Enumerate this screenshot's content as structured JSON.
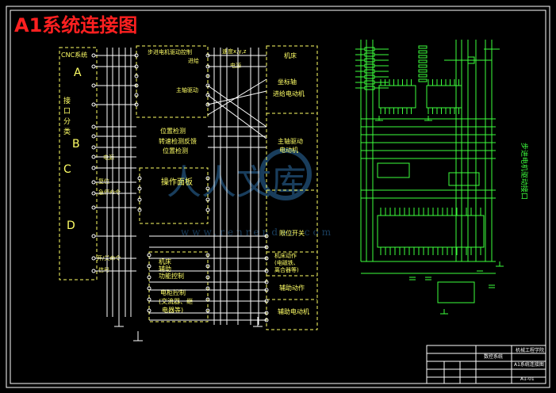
{
  "title": "A1系统连接图",
  "left_labels": {
    "cnc": "CNC系统",
    "a": "A",
    "interface": [
      "接",
      "口",
      "分",
      "类"
    ],
    "b": "B",
    "c": "C",
    "d": "D",
    "power": "电源",
    "reset": "复位",
    "emergency_stop": "急停命令",
    "on_off": "开/关命令",
    "signal": "信号"
  },
  "center_boxes": {
    "servo_control": "步进电机驱动控制",
    "servo_sub": "进给",
    "spindle_drive": "主轴驱动",
    "position_detect": "位置检测",
    "speed_detect": "转速检测反馈",
    "position_feedback": "位置检测",
    "operator_panel": "操作面板",
    "relay_lines": [
      "机床",
      "辅助",
      "功能控制"
    ],
    "electric_control": [
      "电柜控制",
      "(交流器、继",
      "电器等)"
    ]
  },
  "top_labels": {
    "speed_xyz": "速度x,y,z",
    "direction": "电源"
  },
  "right_boxes": {
    "machine": "机床",
    "feed_axis": "坐标轴",
    "feed_motor": "进给电动机",
    "spindle_motor": [
      "主轴驱动",
      "电动机"
    ],
    "limit_switch": "限位开关",
    "signal_devices": [
      "机床动作",
      "(电磁铁、",
      "离合器等)"
    ],
    "aux_action": "辅助动作",
    "aux_motor": "辅助电动机"
  },
  "schematic_label": "步进电机驱动接口",
  "watermark": {
    "cn": "人人文库",
    "url": "www.renrendoc.com"
  },
  "title_block": {
    "company": "机械工程学院",
    "drawing_name": "A1系统连接图",
    "project": "数控系统",
    "sheet": "A1-01"
  }
}
